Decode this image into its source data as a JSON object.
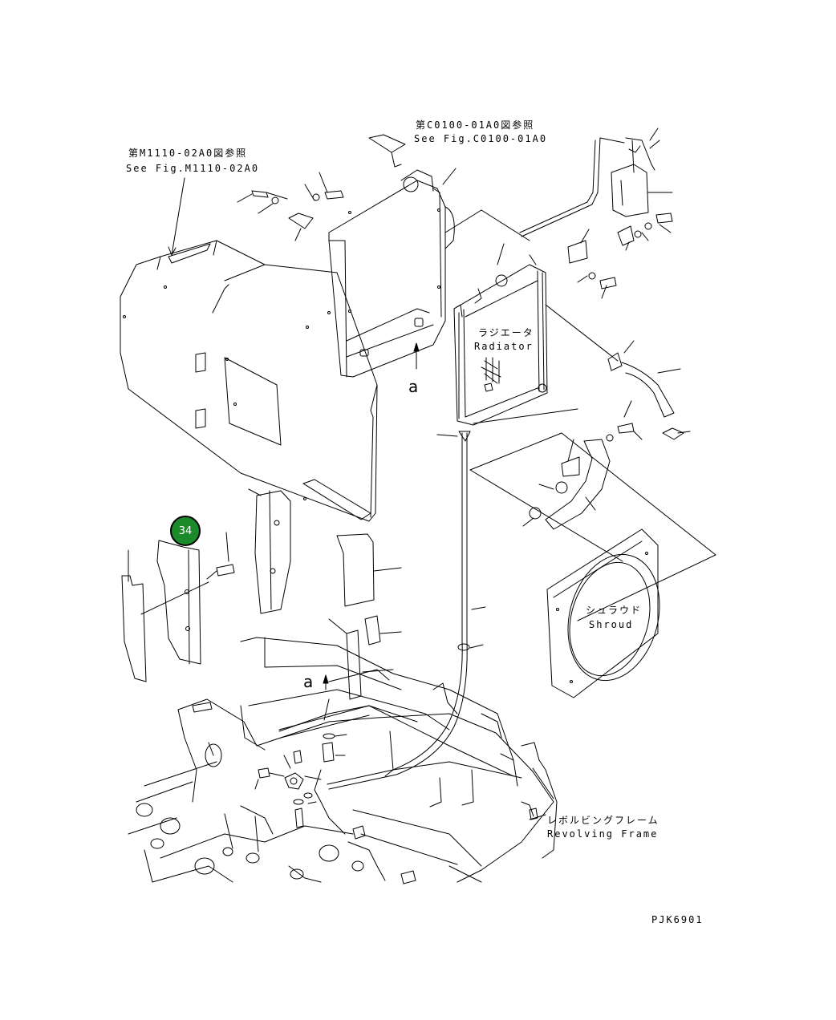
{
  "references": {
    "upper_left_jp": "第M1110-02A0図参照",
    "upper_left_en": "See Fig.M1110-02A0",
    "upper_center_jp": "第C0100-01A0図参照",
    "upper_center_en": "See Fig.C0100-01A0"
  },
  "parts": {
    "radiator_jp": "ラジエータ",
    "radiator_en": "Radiator",
    "shroud_jp": "シュラウド",
    "shroud_en": "Shroud",
    "frame_jp": "レボルビングフレーム",
    "frame_en": "Revolving Frame"
  },
  "view_markers": {
    "upper": "a",
    "lower": "a"
  },
  "callout": {
    "number": "34",
    "color": "#1b8a2a"
  },
  "drawing_code": "PJK6901"
}
